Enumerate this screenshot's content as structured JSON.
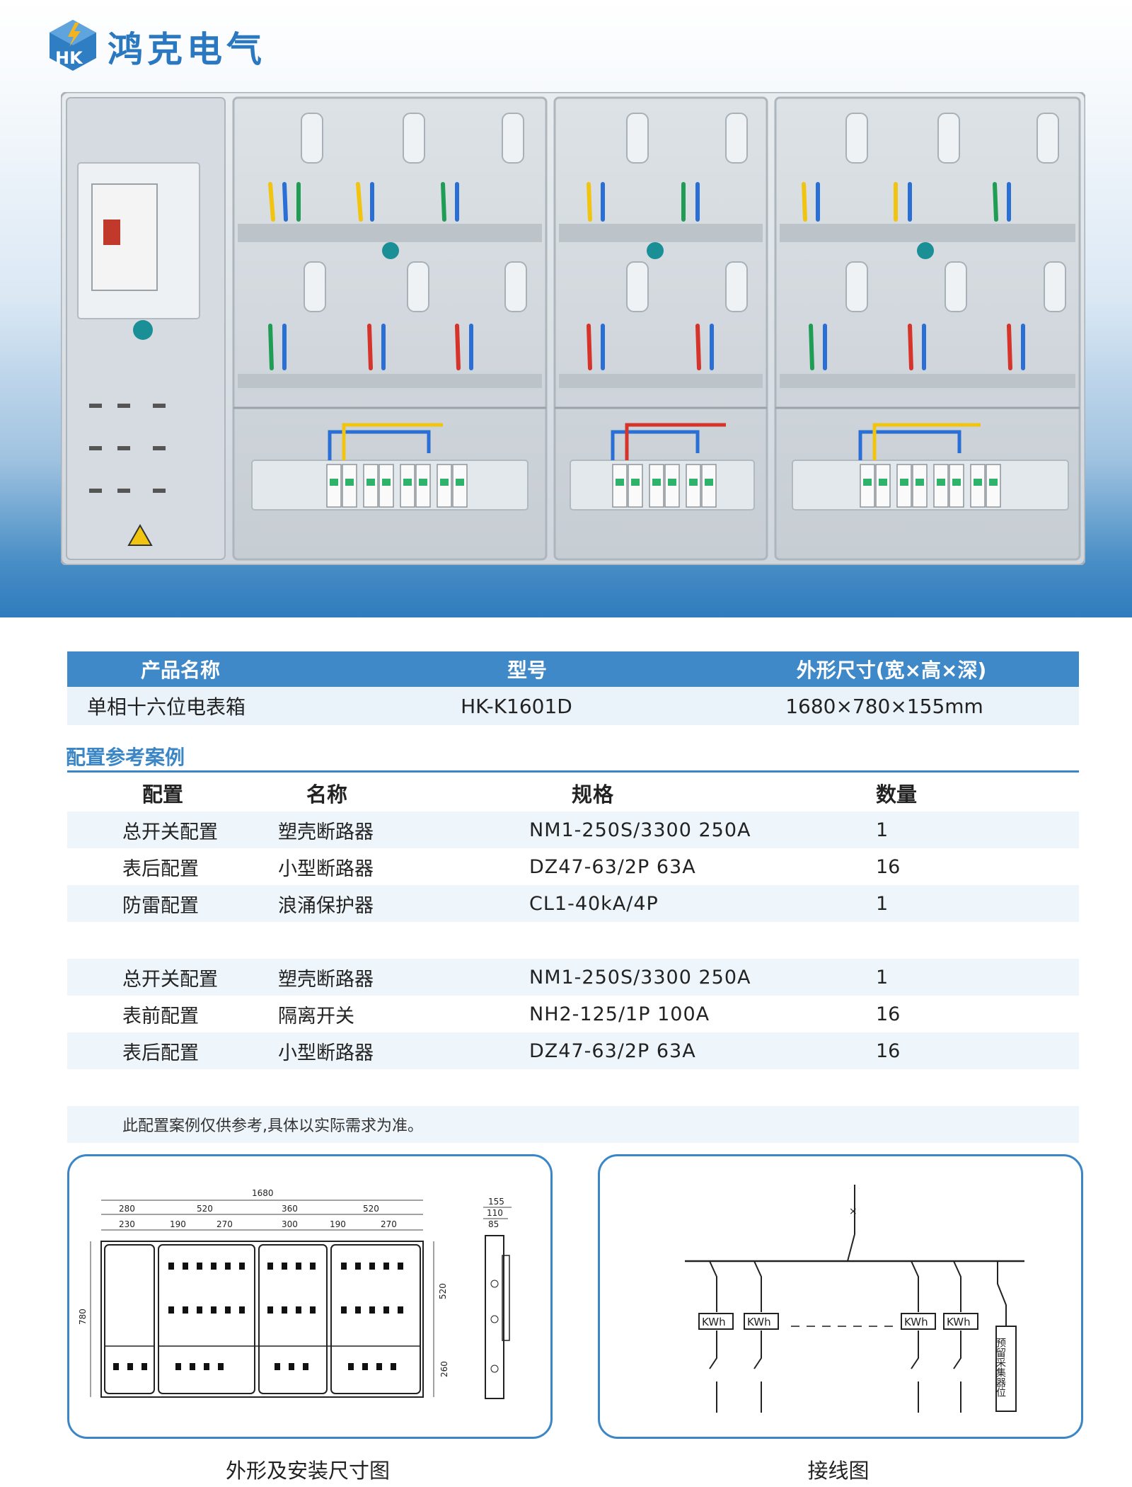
{
  "brand": {
    "name": "鸿克电气",
    "logo_letters": "HK"
  },
  "product_table": {
    "headers": [
      "产品名称",
      "型号",
      "外形尺寸(宽×高×深)"
    ],
    "row": {
      "name": "单相十六位电表箱",
      "model": "HK-K1601D",
      "size": "1680×780×155mm"
    }
  },
  "config_section": {
    "title": "配置参考案例",
    "headers": [
      "配置",
      "名称",
      "规格",
      "数量"
    ],
    "group1": [
      [
        "总开关配置",
        "塑壳断路器",
        "NM1-250S/3300 250A",
        "1"
      ],
      [
        "表后配置",
        "小型断路器",
        "DZ47-63/2P 63A",
        "16"
      ],
      [
        "防雷配置",
        "浪涌保护器",
        "CL1-40kA/4P",
        "1"
      ]
    ],
    "group2": [
      [
        "总开关配置",
        "塑壳断路器",
        "NM1-250S/3300 250A",
        "1"
      ],
      [
        "表前配置",
        "隔离开关",
        "NH2-125/1P 100A",
        "16"
      ],
      [
        "表后配置",
        "小型断路器",
        "DZ47-63/2P 63A",
        "16"
      ]
    ],
    "note": "此配置案例仅供参考,具体以实际需求为准。"
  },
  "dimension_drawing": {
    "caption": "外形及安装尺寸图",
    "total_width": "1680",
    "top_dims": [
      "280",
      "520",
      "360",
      "520"
    ],
    "sub_dims": [
      "230",
      "190",
      "270",
      "300",
      "190",
      "270"
    ],
    "height": "780",
    "right_dims": [
      "520",
      "260"
    ],
    "depth_dims": [
      "155",
      "110",
      "85"
    ]
  },
  "wiring_diagram": {
    "caption": "接线图",
    "meter_label": "KWh",
    "terminal_label": "预留采集器位"
  },
  "colors": {
    "accent": "#3a86c6",
    "header_bg": "#3f89c8",
    "row_bg": "#eaf3fa"
  }
}
